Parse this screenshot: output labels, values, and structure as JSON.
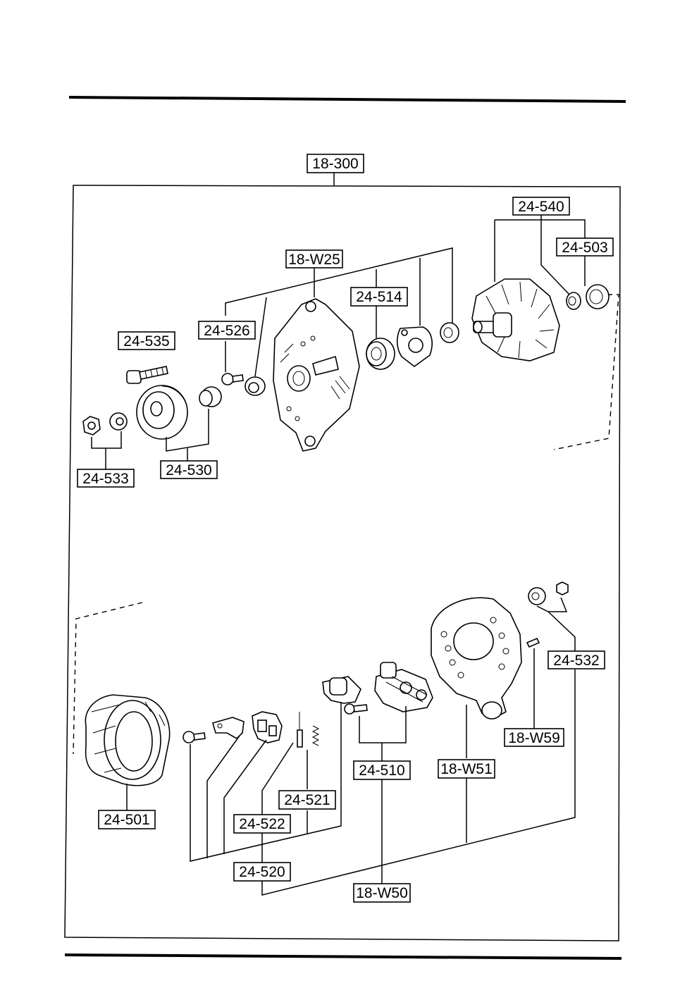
{
  "diagram": {
    "assembly_label": "18-300",
    "callouts": {
      "c24_540": "24-540",
      "c24_503": "24-503",
      "c18_W25": "18-W25",
      "c24_514": "24-514",
      "c24_526": "24-526",
      "c24_535": "24-535",
      "c24_533": "24-533",
      "c24_530": "24-530",
      "c24_532": "24-532",
      "c18_W59": "18-W59",
      "c24_510": "24-510",
      "c18_W51": "18-W51",
      "c24_521": "24-521",
      "c24_522": "24-522",
      "c24_501": "24-501",
      "c24_520": "24-520",
      "c18_W50": "18-W50"
    }
  }
}
